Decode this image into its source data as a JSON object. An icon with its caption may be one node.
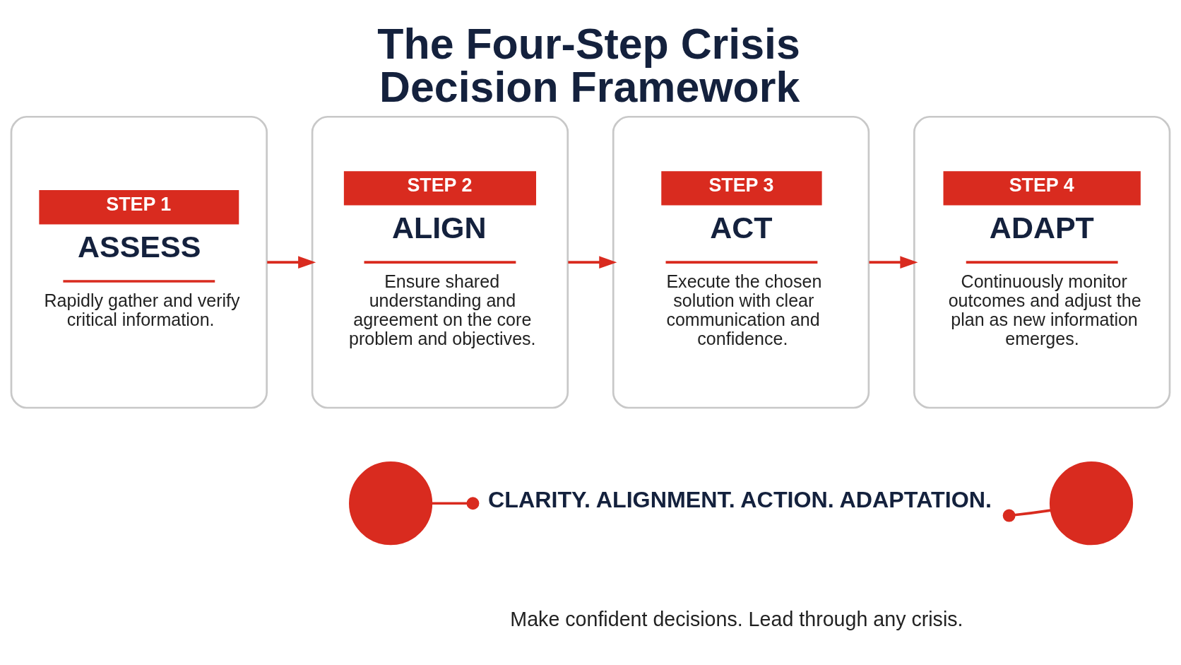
{
  "diagram": {
    "title": "The Four-Step Crisis Decision Framework",
    "nodes": [
      {
        "text": [
          "STEP 1",
          "ASSESS",
          "Rapidly gather and verify critical information."
        ]
      },
      {
        "text": [
          "STEP 2",
          "ALIGN",
          "Ensure shared understanding and agreement on the core problem and objectives."
        ]
      },
      {
        "text": [
          "STEP 3",
          "ACT",
          "Execute the chosen solution with clear communication and confidence."
        ]
      },
      {
        "text": [
          "STEP 4",
          "ADAPT",
          "Continuously monitor outcomes and adjust the plan as new information emerges."
        ]
      },
      {
        "text": [],
        "shape": "circle"
      },
      {
        "text": [
          "CLARITY. ALIGNMENT. ACTION. ADAPTATION."
        ]
      },
      {
        "text": [],
        "shape": "circle"
      }
    ],
    "edges": [
      {
        "from": 0,
        "to": 1,
        "arrow": "to",
        "color": "#d92b1f"
      },
      {
        "from": 1,
        "to": 2,
        "arrow": "to",
        "color": "#d92b1f"
      },
      {
        "from": 2,
        "to": 3,
        "arrow": "to",
        "color": "#d92b1f"
      },
      {
        "from": 4,
        "to": 5,
        "arrow": "other",
        "color": "#d92b1f"
      },
      {
        "from": 6,
        "to": 5,
        "arrow": "other",
        "color": "#d92b1f"
      }
    ],
    "labels": [
      "Make confident decisions. Lead through any crisis."
    ]
  }
}
